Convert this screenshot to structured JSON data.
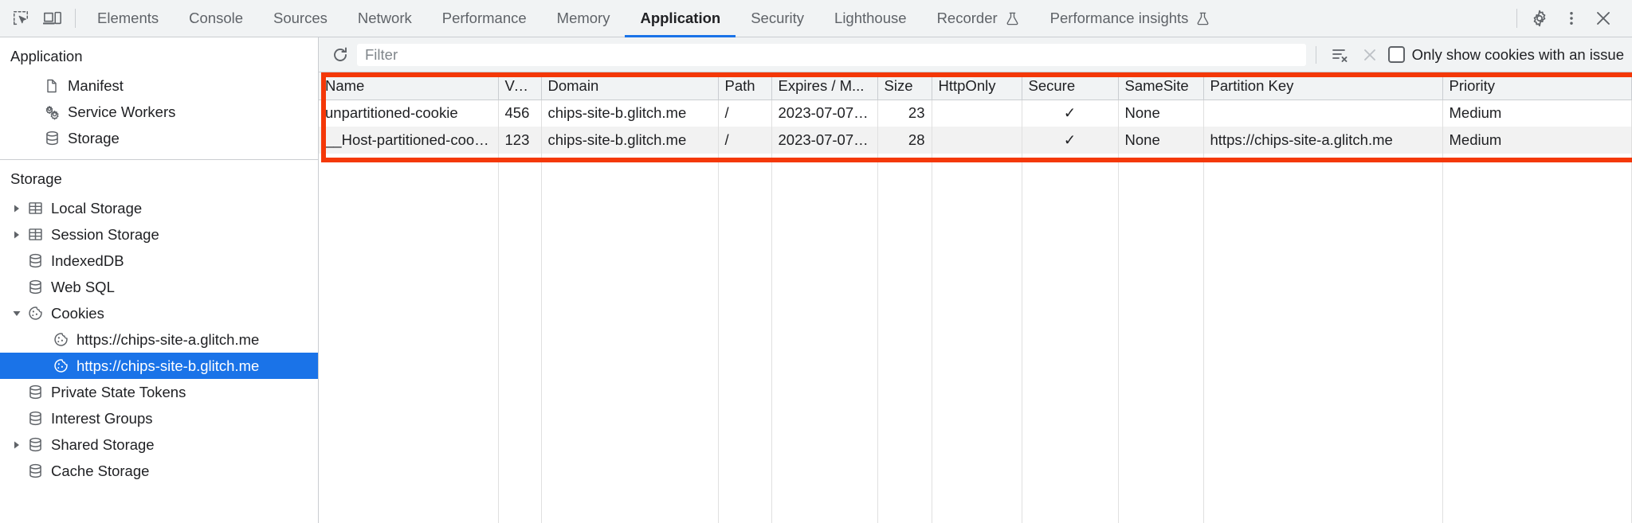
{
  "toolbar": {
    "inspect_icon": "inspect-element-icon",
    "device_icon": "device-toolbar-icon",
    "tabs": [
      {
        "label": "Elements",
        "active": false,
        "experiment": false
      },
      {
        "label": "Console",
        "active": false,
        "experiment": false
      },
      {
        "label": "Sources",
        "active": false,
        "experiment": false
      },
      {
        "label": "Network",
        "active": false,
        "experiment": false
      },
      {
        "label": "Performance",
        "active": false,
        "experiment": false
      },
      {
        "label": "Memory",
        "active": false,
        "experiment": false
      },
      {
        "label": "Application",
        "active": true,
        "experiment": false
      },
      {
        "label": "Security",
        "active": false,
        "experiment": false
      },
      {
        "label": "Lighthouse",
        "active": false,
        "experiment": false
      },
      {
        "label": "Recorder",
        "active": false,
        "experiment": true
      },
      {
        "label": "Performance insights",
        "active": false,
        "experiment": true
      }
    ],
    "settings_icon": "gear-icon",
    "more_icon": "kebab-menu-icon",
    "close_icon": "close-icon"
  },
  "sidebar": {
    "sections": [
      {
        "title": "Application",
        "items": [
          {
            "label": "Manifest",
            "icon": "manifest-document-icon",
            "indent": 1,
            "twisty": "none",
            "selected": false
          },
          {
            "label": "Service Workers",
            "icon": "service-workers-gears-icon",
            "indent": 1,
            "twisty": "none",
            "selected": false
          },
          {
            "label": "Storage",
            "icon": "database-icon",
            "indent": 1,
            "twisty": "none",
            "selected": false
          }
        ]
      },
      {
        "title": "Storage",
        "items": [
          {
            "label": "Local Storage",
            "icon": "table-icon",
            "indent": 2,
            "twisty": "collapsed",
            "selected": false
          },
          {
            "label": "Session Storage",
            "icon": "table-icon",
            "indent": 2,
            "twisty": "collapsed",
            "selected": false
          },
          {
            "label": "IndexedDB",
            "icon": "database-icon",
            "indent": 2,
            "twisty": "none",
            "selected": false
          },
          {
            "label": "Web SQL",
            "icon": "database-icon",
            "indent": 2,
            "twisty": "none",
            "selected": false
          },
          {
            "label": "Cookies",
            "icon": "cookie-icon",
            "indent": 2,
            "twisty": "expanded",
            "selected": false
          },
          {
            "label": "https://chips-site-a.glitch.me",
            "icon": "cookie-icon",
            "indent": 3,
            "twisty": "none",
            "selected": false
          },
          {
            "label": "https://chips-site-b.glitch.me",
            "icon": "cookie-icon",
            "indent": 3,
            "twisty": "none",
            "selected": true
          },
          {
            "label": "Private State Tokens",
            "icon": "database-icon",
            "indent": 2,
            "twisty": "none",
            "selected": false
          },
          {
            "label": "Interest Groups",
            "icon": "database-icon",
            "indent": 2,
            "twisty": "none",
            "selected": false
          },
          {
            "label": "Shared Storage",
            "icon": "database-icon",
            "indent": 2,
            "twisty": "collapsed",
            "selected": false
          },
          {
            "label": "Cache Storage",
            "icon": "database-icon",
            "indent": 2,
            "twisty": "none",
            "selected": false
          }
        ]
      }
    ]
  },
  "filterbar": {
    "refresh_icon": "refresh-icon",
    "filter_placeholder": "Filter",
    "filter_value": "",
    "clear_all_icon": "clear-all-cookies-icon",
    "delete_icon": "delete-selected-cookie-icon",
    "checkbox_label": "Only show cookies with an issue",
    "checkbox_checked": false
  },
  "cookie_table": {
    "columns": [
      "Name",
      "Value",
      "Domain",
      "Path",
      "Expires / M...",
      "Size",
      "HttpOnly",
      "Secure",
      "SameSite",
      "Partition Key",
      "Priority"
    ],
    "rows": [
      {
        "name": "unpartitioned-cookie",
        "value": "456",
        "domain": "chips-site-b.glitch.me",
        "path": "/",
        "expires": "2023-07-07…",
        "size": "23",
        "httponly": "",
        "secure": "✓",
        "samesite": "None",
        "partition_key": "",
        "priority": "Medium"
      },
      {
        "name": "__Host-partitioned-cookie",
        "value": "123",
        "domain": "chips-site-b.glitch.me",
        "path": "/",
        "expires": "2023-07-07…",
        "size": "28",
        "httponly": "",
        "secure": "✓",
        "samesite": "None",
        "partition_key": "https://chips-site-a.glitch.me",
        "priority": "Medium"
      }
    ]
  },
  "annotation": {
    "color": "#f43808",
    "name": "cookie-table-highlight"
  },
  "colors": {
    "accent": "#1a73e8",
    "toolbar_bg": "#f1f3f4",
    "text": "#202124",
    "muted": "#5f6368"
  }
}
